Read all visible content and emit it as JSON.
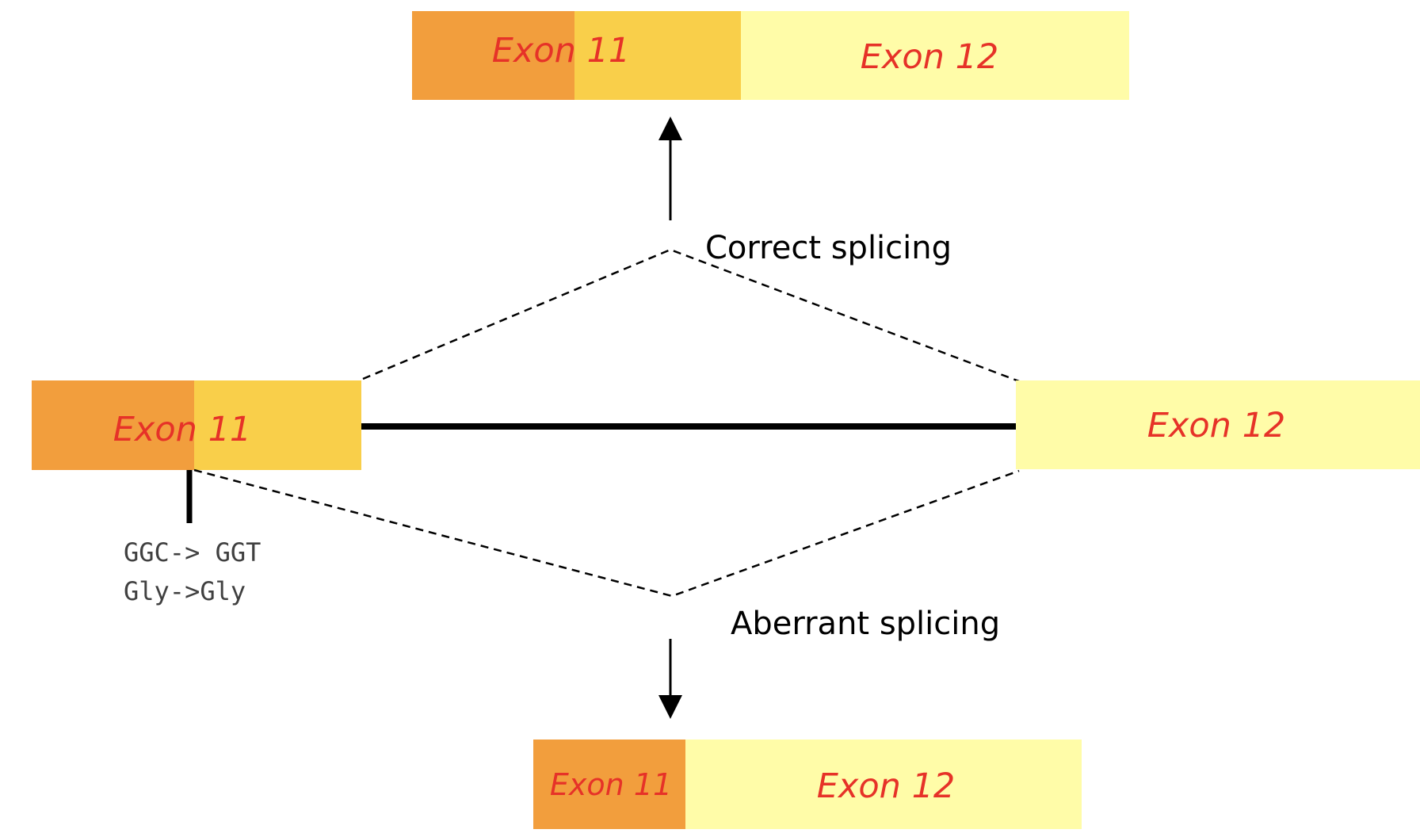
{
  "colors": {
    "exon11_dark": "#F29E3D",
    "exon11_light": "#F9CF4A",
    "exon12": "#FFFCA8",
    "label": "#E63228",
    "line": "#000000"
  },
  "transcripts": {
    "correct": {
      "exon11_label": "Exon 11",
      "exon12_label": "Exon 12"
    },
    "pre_mrna": {
      "exon11_label": "Exon 11",
      "exon12_label": "Exon 12"
    },
    "aberrant": {
      "exon11_label": "Exon 11",
      "exon12_label": "Exon 12"
    }
  },
  "splicing": {
    "correct_label": "Correct splicing",
    "aberrant_label": "Aberrant splicing"
  },
  "mutation": {
    "codon": "GGC-> GGT",
    "amino_acid": "Gly->Gly"
  }
}
